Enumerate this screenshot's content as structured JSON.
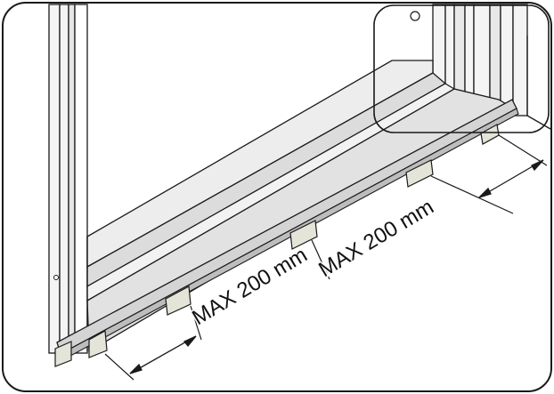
{
  "annotations": {
    "lower_dimension": "MAX 200 mm",
    "upper_dimension": "MAX 200 mm"
  },
  "colors": {
    "line": "#1a1a1a",
    "panel_light": "#ededed",
    "panel_mid": "#dcdcdc",
    "panel_dark": "#c8c8c8",
    "support_block": "#e4e4d8",
    "background": "#ffffff"
  },
  "icons": {
    "door_hole": "circle-hole-icon",
    "detail_callout": "rounded-callout-frame"
  }
}
